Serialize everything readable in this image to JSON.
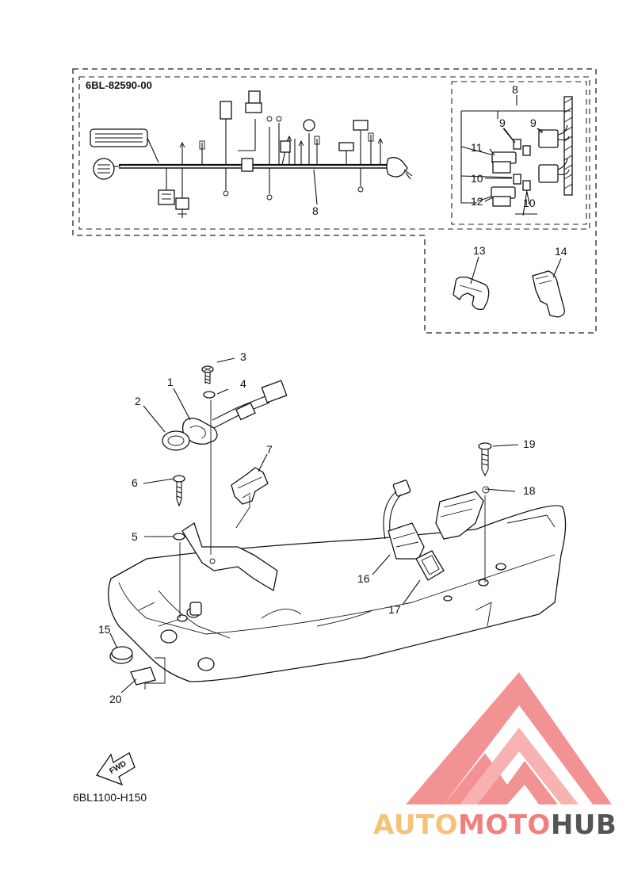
{
  "harness_part_code": "6BL-82590-00",
  "diagram_code": "6BL1100-H150",
  "fwd_label": "FWD",
  "watermark": {
    "part1": "AUTO",
    "part2": "MOTO",
    "part3": "HUB",
    "color_orange": "#f5c27a",
    "color_red": "#f08080",
    "color_gray": "#555555"
  },
  "callouts": {
    "c1": "1",
    "c2": "2",
    "c3": "3",
    "c4": "4",
    "c5": "5",
    "c6": "6",
    "c7": "7",
    "c8a": "8",
    "c8b": "8",
    "c9a": "9",
    "c9b": "9",
    "c10a": "10",
    "c10b": "10",
    "c11": "11",
    "c12": "12",
    "c13": "13",
    "c14": "14",
    "c15": "15",
    "c16": "16",
    "c17": "17",
    "c18": "18",
    "c19": "19",
    "c20": "20"
  }
}
